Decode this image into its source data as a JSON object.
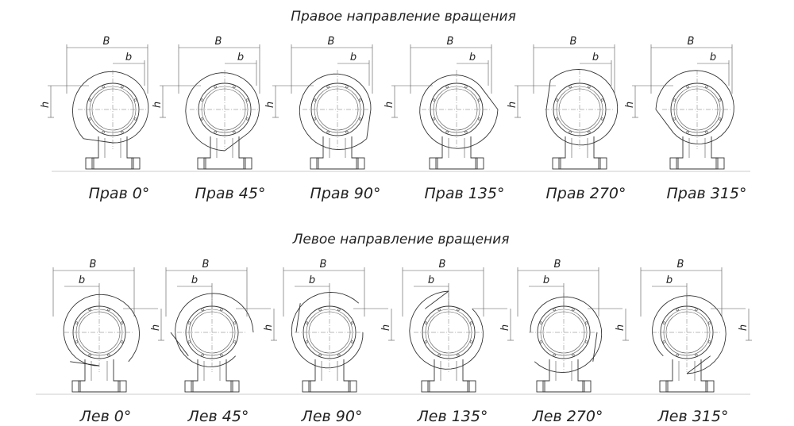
{
  "sections": [
    {
      "title": "Правое направление вращения",
      "fans": [
        {
          "caption": "Прав 0°",
          "angle": 0,
          "hand": "right"
        },
        {
          "caption": "Прав 45°",
          "angle": 45,
          "hand": "right"
        },
        {
          "caption": "Прав 90°",
          "angle": 90,
          "hand": "right"
        },
        {
          "caption": "Прав 135°",
          "angle": 135,
          "hand": "right"
        },
        {
          "caption": "Прав 270°",
          "angle": 270,
          "hand": "right"
        },
        {
          "caption": "Прав 315°",
          "angle": 315,
          "hand": "right"
        }
      ]
    },
    {
      "title": "Левое направление вращения",
      "fans": [
        {
          "caption": "Лев 0°",
          "angle": 0,
          "hand": "left"
        },
        {
          "caption": "Лев 45°",
          "angle": 45,
          "hand": "left"
        },
        {
          "caption": "Лев 90°",
          "angle": 90,
          "hand": "left"
        },
        {
          "caption": "Лев 135°",
          "angle": 135,
          "hand": "left"
        },
        {
          "caption": "Лев 270°",
          "angle": 270,
          "hand": "left"
        },
        {
          "caption": "Лев 315°",
          "angle": 315,
          "hand": "left"
        }
      ]
    }
  ],
  "dimension_labels": {
    "B": "B",
    "b": "b",
    "h": "h"
  }
}
